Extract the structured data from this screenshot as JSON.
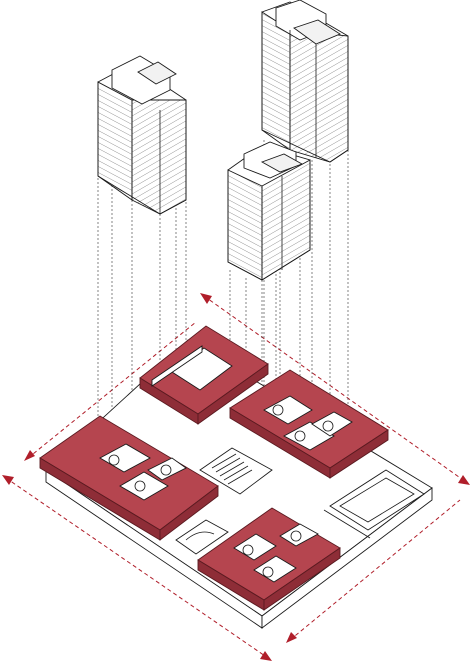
{
  "colors": {
    "accent": "#b01e2a",
    "podium_fill": "#b5454f",
    "line": "#1a1a1a",
    "background": "#ffffff"
  },
  "diagram": {
    "type": "exploded-axonometric",
    "towers": 3,
    "podium_blocks": 4
  }
}
